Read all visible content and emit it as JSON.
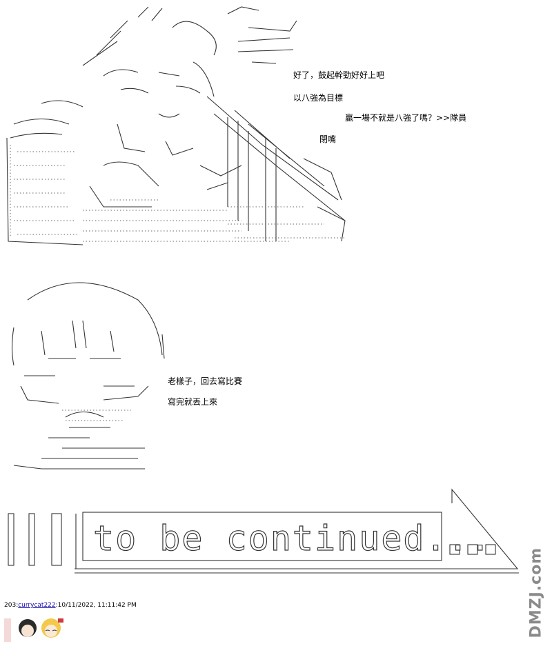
{
  "panel1": {
    "lines": [
      "好了，鼓起幹勁好好上吧",
      "以八強為目標",
      "贏一場不就是八強了嗎？>>隊員",
      "閉嘴"
    ]
  },
  "panel2": {
    "lines": [
      "老樣子，回去寫比賽",
      "寫完就丟上來"
    ]
  },
  "banner": {
    "text": "to be continued..."
  },
  "post": {
    "number": "203",
    "separator": ":",
    "username": "currycat222",
    "timestamp": ":10/11/2022, 11:11:42 PM"
  },
  "watermark": {
    "text": "DMZJ.com"
  },
  "colors": {
    "ink": "#333333",
    "link": "#1a0dab",
    "watermark": "#8a8a8a"
  }
}
